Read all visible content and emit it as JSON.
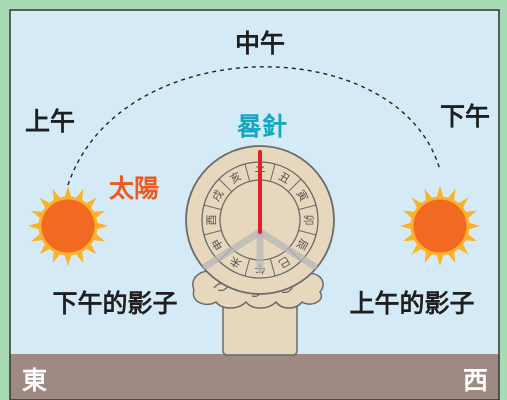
{
  "labels": {
    "noon": "中午",
    "morning": "上午",
    "afternoon": "下午",
    "gnomon": "晷針",
    "sun": "太陽",
    "afternoon_shadow": "下午的影子",
    "morning_shadow": "上午的影子",
    "east": "東",
    "west": "西"
  },
  "dial_characters": [
    "子",
    "丑",
    "寅",
    "卯",
    "辰",
    "巳",
    "午",
    "未",
    "申",
    "酉",
    "戌",
    "亥"
  ],
  "colors": {
    "outer_background": "#a7dbb4",
    "sky": "#d4eaf6",
    "ground": "#9e8a82",
    "gnomon": "#e0202a",
    "gnomon_label": "#13a8c0",
    "sun_label": "#f05a1e",
    "sun_core": "#f26a22",
    "sun_rays": "#fbb12a",
    "dial_stone": "#e7d7bd",
    "stone_outline": "#6b6b6b",
    "text": "#1f1f1f",
    "ground_text": "#ffffff"
  }
}
